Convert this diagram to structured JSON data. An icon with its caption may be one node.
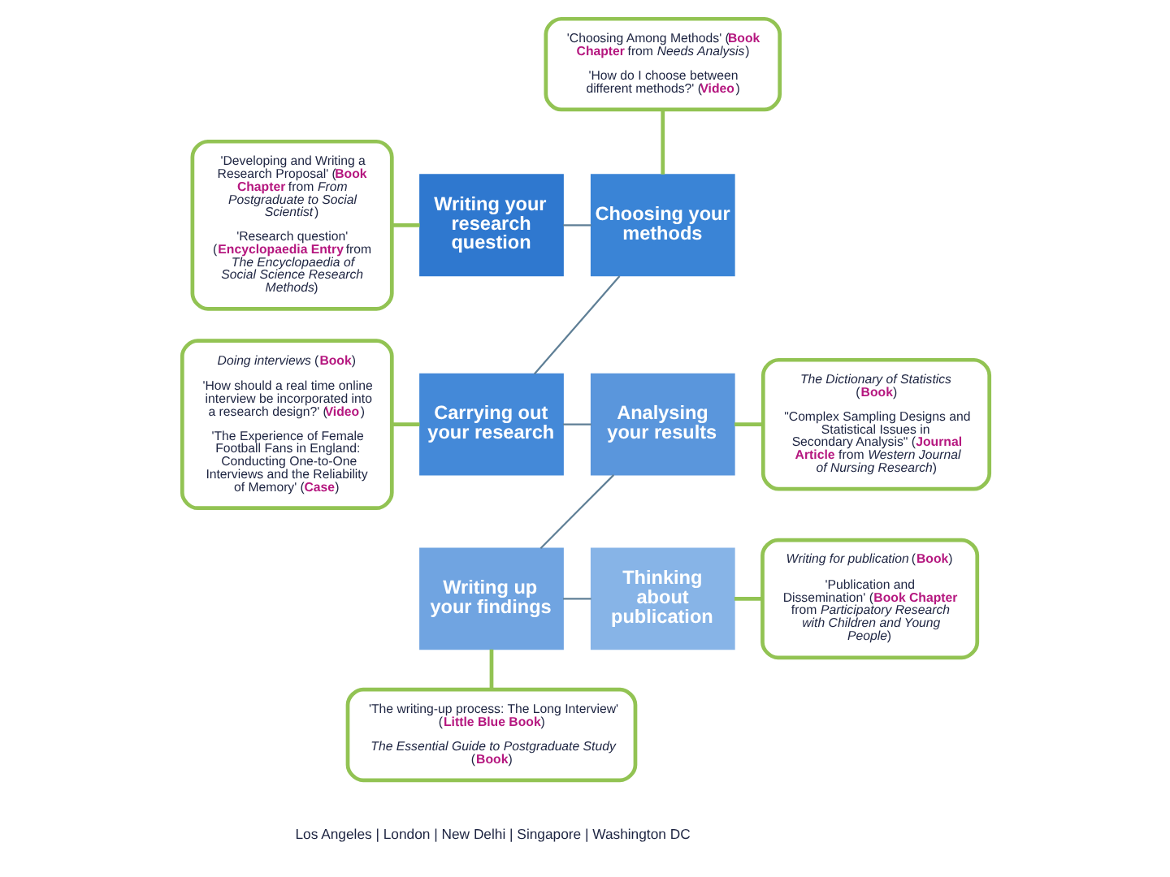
{
  "diagram": {
    "nodes": [
      {
        "text": [
          "'Developing and Writing a Research Proposal' (**Book Chapter** from *From Postgraduate to Social Scientist*)",
          "'Research question' (**Encyclopaedia Entry** from *The Encyclopaedia of Social Science Research Methods*)"
        ]
      },
      {
        "text": [
          "'Choosing Among Methods' (**Book Chapter** from *Needs Analysis*)",
          "'How do I choose between different methods?' (**Video**)"
        ]
      },
      {
        "text": [
          "Writing your research question"
        ]
      },
      {
        "text": [
          "Choosing your methods"
        ]
      },
      {
        "text": [
          "*The Dictionary of Statistics* (**Book**)",
          "\"Complex Sampling Designs and Statistical Issues in Secondary Analysis\" (**Journal Article** from *Western Journal of Nursing Research*)"
        ]
      },
      {
        "text": [
          "*Doing interviews* (**Book**)",
          "'How should a real time online interview be incorporated into a research design?' (**Video**)",
          "'The Experience of Female Football Fans in England: Conducting One-to-One Interviews and the Reliability of Memory' (**Case**)"
        ]
      },
      {
        "text": [
          "Carrying out your research"
        ]
      },
      {
        "text": [
          "Analysing your results"
        ]
      },
      {
        "text": [
          "Writing up your findings"
        ]
      },
      {
        "text": [
          "Thinking about publication"
        ]
      },
      {
        "text": [
          "*Writing for publication* (**Book**)",
          "'Publication and Dissemination' (**Book Chapter** from *Participatory Research with Children and Young People*)"
        ]
      },
      {
        "text": [
          "'The writing-up process: The Long Interview' (**Little Blue Book**)",
          "*The Essential Guide to Postgraduate Study* (**Book**)"
        ]
      }
    ],
    "edges": [
      {
        "from": 0,
        "to": 2,
        "arrow": "none"
      },
      {
        "from": 1,
        "to": 3,
        "arrow": "none"
      },
      {
        "from": 2,
        "to": 3,
        "arrow": "none",
        "color": "#5f7f96"
      },
      {
        "from": 3,
        "to": 6,
        "arrow": "none",
        "color": "#5f7f96"
      },
      {
        "from": 5,
        "to": 6,
        "arrow": "none"
      },
      {
        "from": 6,
        "to": 7,
        "arrow": "none",
        "color": "#5f7f96"
      },
      {
        "from": 7,
        "to": 4,
        "arrow": "none"
      },
      {
        "from": 7,
        "to": 8,
        "arrow": "none",
        "color": "#5f7f96"
      },
      {
        "from": 8,
        "to": 9,
        "arrow": "none",
        "color": "#5f7f96"
      },
      {
        "from": 8,
        "to": 11,
        "arrow": "none"
      },
      {
        "from": 9,
        "to": 10,
        "arrow": "none"
      }
    ],
    "labels": [
      "Los Angeles | London | New Delhi | Singapore | Washington DC"
    ]
  }
}
